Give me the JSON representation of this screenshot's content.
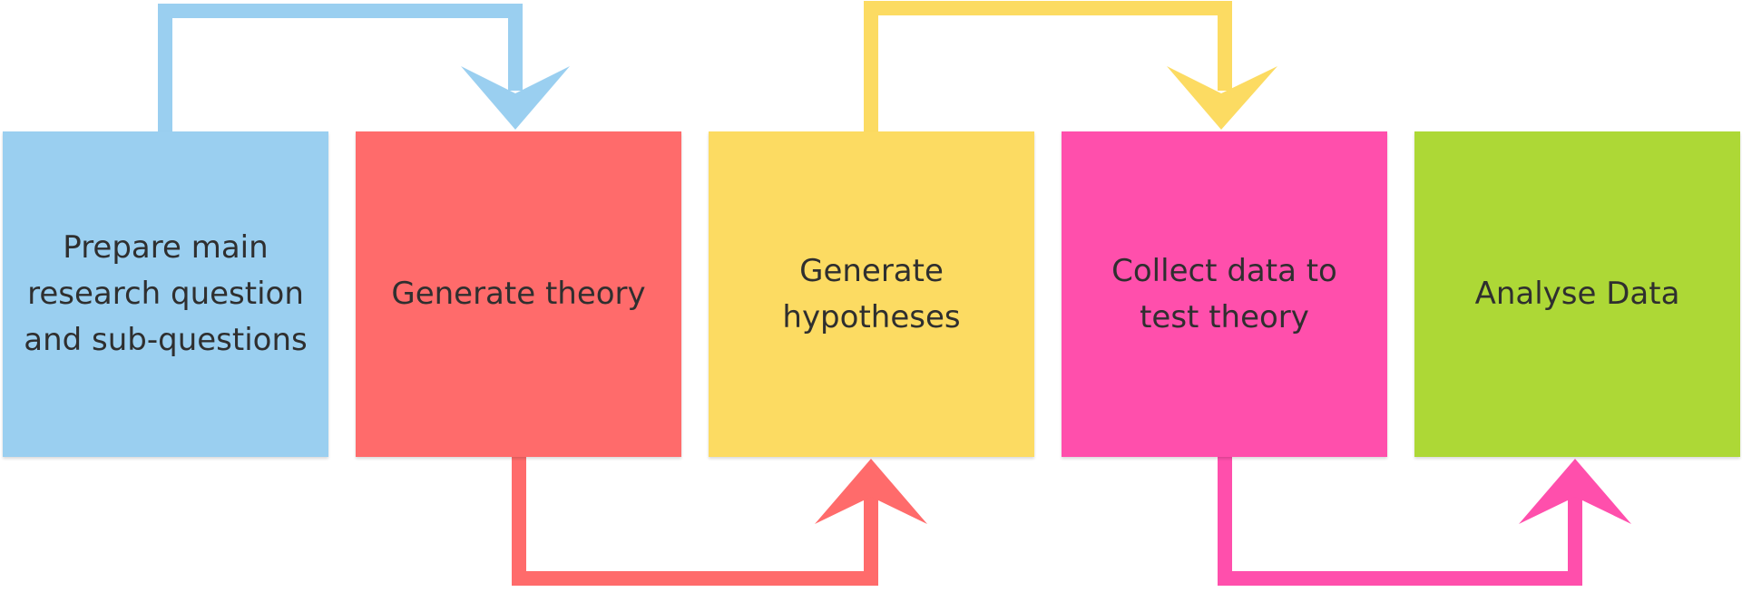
{
  "steps": [
    {
      "label": "Prepare main research question and sub-questions",
      "color": "#9ACFF0"
    },
    {
      "label": "Generate theory",
      "color": "#FF6B6B"
    },
    {
      "label": "Generate hypotheses",
      "color": "#FCDB62"
    },
    {
      "label": "Collect data to test theory",
      "color": "#FF4FAC"
    },
    {
      "label": "Analyse Data",
      "color": "#ADD836"
    }
  ],
  "connectors": [
    {
      "from": 1,
      "to": 2,
      "side": "top",
      "color": "#9ACFF0"
    },
    {
      "from": 2,
      "to": 3,
      "side": "bottom",
      "color": "#FF6B6B"
    },
    {
      "from": 3,
      "to": 4,
      "side": "top",
      "color": "#FCDB62"
    },
    {
      "from": 4,
      "to": 5,
      "side": "bottom",
      "color": "#FF4FAC"
    }
  ]
}
